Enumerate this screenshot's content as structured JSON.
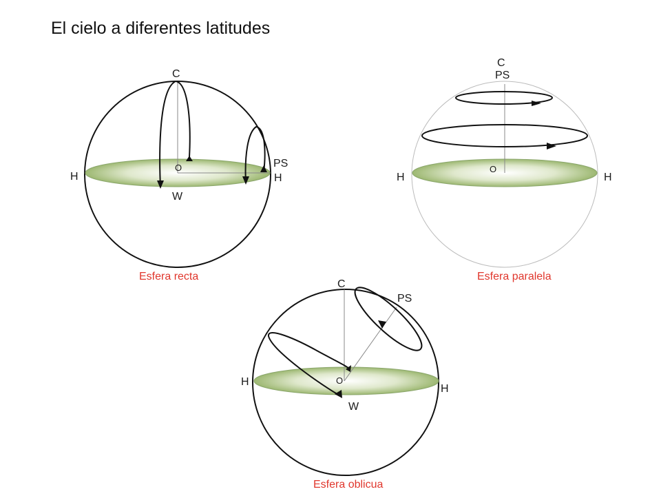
{
  "title": "El cielo a diferentes latitudes",
  "colors": {
    "caption": "#e0362c",
    "horizon_edge": "#8aa66b",
    "horizon_fill": "#a9c17d"
  },
  "spheres": {
    "recta": {
      "caption": "Esfera recta",
      "labels": {
        "zenith": "C",
        "pole": "PS",
        "horizon_left": "H",
        "horizon_right": "H",
        "west": "W",
        "observer": "O"
      }
    },
    "paralela": {
      "caption": "Esfera paralela",
      "labels": {
        "zenith": "C",
        "pole": "PS",
        "horizon_left": "H",
        "horizon_right": "H",
        "observer": "O"
      }
    },
    "oblicua": {
      "caption": "Esfera oblicua",
      "labels": {
        "zenith": "C",
        "pole": "PS",
        "horizon_left": "H",
        "horizon_right": "H",
        "west": "W",
        "observer": "O"
      }
    }
  }
}
